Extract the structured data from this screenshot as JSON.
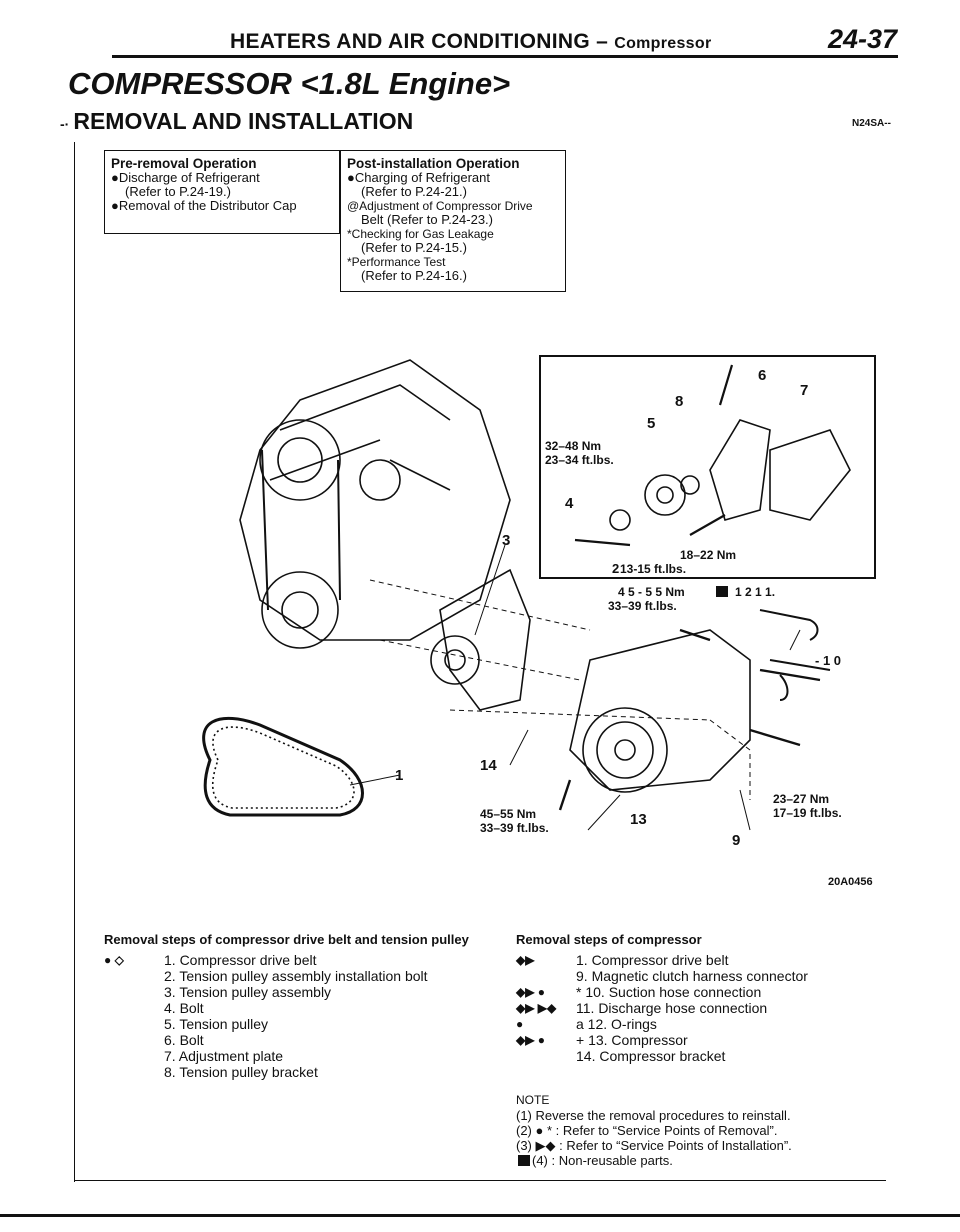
{
  "header": {
    "title_main": "HEATERS AND AIR CONDITIONING",
    "title_sep": " – ",
    "title_sub": "Compressor",
    "page_number": "24-37"
  },
  "section_title": "COMPRESSOR <1.8L Engine>",
  "subsection_title": "REMOVAL AND INSTALLATION",
  "section_code": "N24SA--",
  "pre_removal": {
    "heading": "Pre-removal Operation",
    "lines": [
      "●Discharge of Refrigerant",
      "(Refer to P.24-19.)",
      "●Removal of the Distributor Cap"
    ]
  },
  "post_installation": {
    "heading": "Post-installation Operation",
    "lines": [
      "●Charging of Refrigerant",
      "(Refer to P.24-21.)",
      "@Adjustment of Compressor Drive",
      "Belt (Refer to P.24-23.)",
      "*Checking for Gas Leakage",
      "(Refer to P.24-15.)",
      "*Performance Test",
      "(Refer to P.24-16.)"
    ]
  },
  "figure": {
    "labels": {
      "n1": "1",
      "n2": "2",
      "n3": "3",
      "n4": "4",
      "n5": "5",
      "n6": "6",
      "n7": "7",
      "n8": "8",
      "n9": "9",
      "n10": "- 1 0",
      "n11": "1 2  1 1.",
      "n13": "13",
      "n14": "14",
      "t_32_48": "32–48 Nm",
      "t_23_34": "23–34 ft.lbs.",
      "t_18_22": "18–22 Nm",
      "t_13_15": "13-15 ft.lbs.",
      "t_45_55a": "4 5 - 5 5  Nm",
      "t_33_39a": "33–39 ft.lbs.",
      "t_45_55b": "45–55 Nm",
      "t_33_39b": "33–39 ft.lbs.",
      "t_23_27": "23–27 Nm",
      "t_17_19": "17–19 ft.lbs."
    },
    "code": "20A0456"
  },
  "belt_steps": {
    "title": "Removal steps of compressor drive belt and tension pulley",
    "items": [
      {
        "mark": "● ◇",
        "text": "1. Compressor drive belt"
      },
      {
        "mark": "",
        "text": "2. Tension pulley assembly installation bolt"
      },
      {
        "mark": "",
        "text": "3. Tension pulley assembly"
      },
      {
        "mark": "",
        "text": "4. Bolt"
      },
      {
        "mark": "",
        "text": "5. Tension pulley"
      },
      {
        "mark": "",
        "text": "6. Bolt"
      },
      {
        "mark": "",
        "text": "7. Adjustment plate"
      },
      {
        "mark": "",
        "text": "8. Tension pulley bracket"
      }
    ]
  },
  "compressor_steps": {
    "title": "Removal steps of compressor",
    "items": [
      {
        "mark": "◆▶",
        "text": "1. Compressor drive belt"
      },
      {
        "mark": "",
        "text": "9. Magnetic clutch harness connector"
      },
      {
        "mark": "◆▶ ●",
        "text": "* 10. Suction hose connection"
      },
      {
        "mark": "◆▶ ▶◆",
        "text": "11. Discharge hose connection"
      },
      {
        "mark": "     ●",
        "text": "a 12. O-rings"
      },
      {
        "mark": "◆▶ ●",
        "text": "+ 13. Compressor"
      },
      {
        "mark": "",
        "text": "14. Compressor bracket"
      }
    ]
  },
  "note": {
    "heading": "NOTE",
    "lines": [
      "(1) Reverse the removal procedures to reinstall.",
      "(2) ● * : Refer to “Service Points of Removal”.",
      "(3) ▶◆ : Refer to “Service Points of Installation”.",
      "(4) : Non-reusable parts."
    ]
  }
}
